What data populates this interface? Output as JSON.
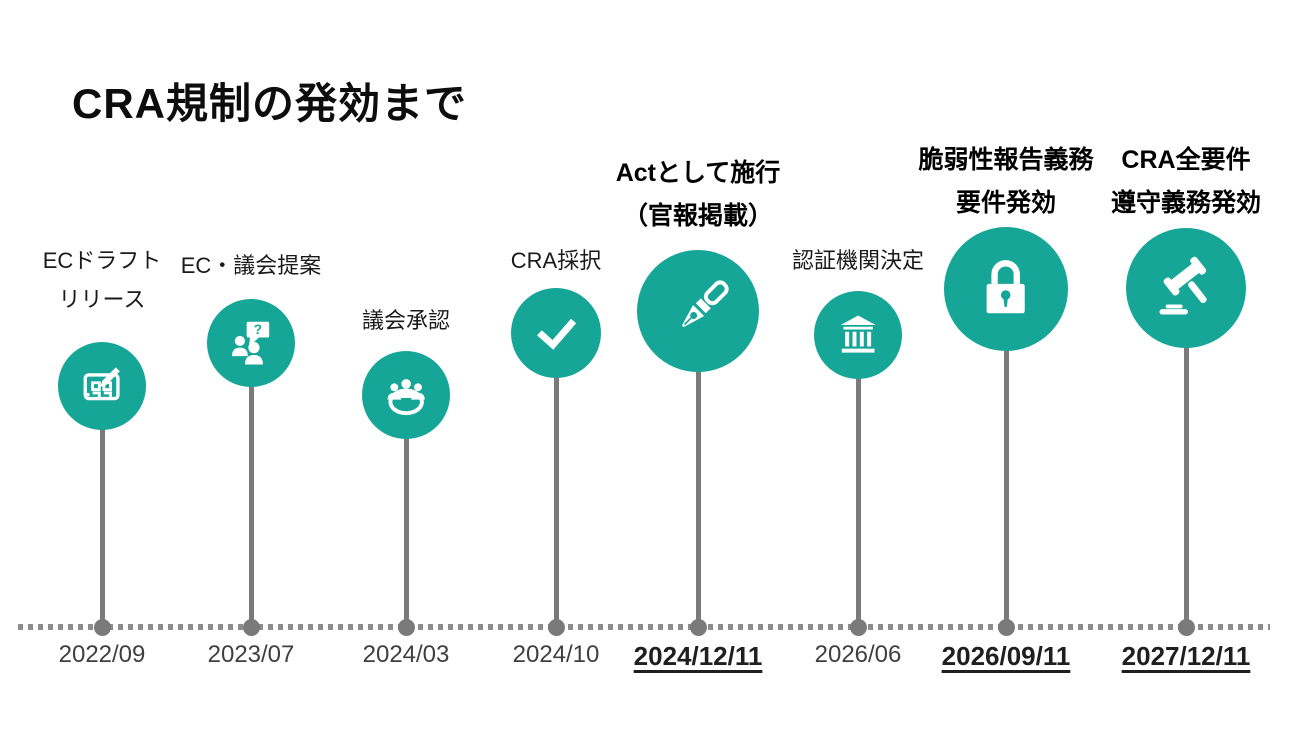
{
  "title": "CRA規制の発効まで",
  "colors": {
    "accent": "#16a697",
    "stem_gray": "#7a7a7a",
    "baseline_gray": "#8c8c8c",
    "label_text": "#1a1a1a",
    "date_text": "#3f3f3f"
  },
  "timeline": {
    "milestones": [
      {
        "label_lines": [
          "ECドラフト",
          "リリース"
        ],
        "date": "2022/09",
        "emphasis": false,
        "icon": "blueprint-pencil-icon"
      },
      {
        "label_lines": [
          "EC・議会提案"
        ],
        "date": "2023/07",
        "emphasis": false,
        "icon": "discussion-question-icon"
      },
      {
        "label_lines": [
          "議会承認"
        ],
        "date": "2024/03",
        "emphasis": false,
        "icon": "meeting-icon"
      },
      {
        "label_lines": [
          "CRA採択"
        ],
        "date": "2024/10",
        "emphasis": false,
        "icon": "checkmark-icon"
      },
      {
        "label_lines": [
          "Actとして施行",
          "（官報掲載）"
        ],
        "date": "2024/12/11",
        "emphasis": true,
        "icon": "fountain-pen-icon"
      },
      {
        "label_lines": [
          "認証機関決定"
        ],
        "date": "2026/06",
        "emphasis": false,
        "icon": "bank-icon"
      },
      {
        "label_lines": [
          "脆弱性報告義務",
          "要件発効"
        ],
        "date": "2026/09/11",
        "emphasis": true,
        "icon": "lock-icon"
      },
      {
        "label_lines": [
          "CRA全要件",
          "遵守義務発効"
        ],
        "date": "2027/12/11",
        "emphasis": true,
        "icon": "gavel-icon"
      }
    ]
  }
}
